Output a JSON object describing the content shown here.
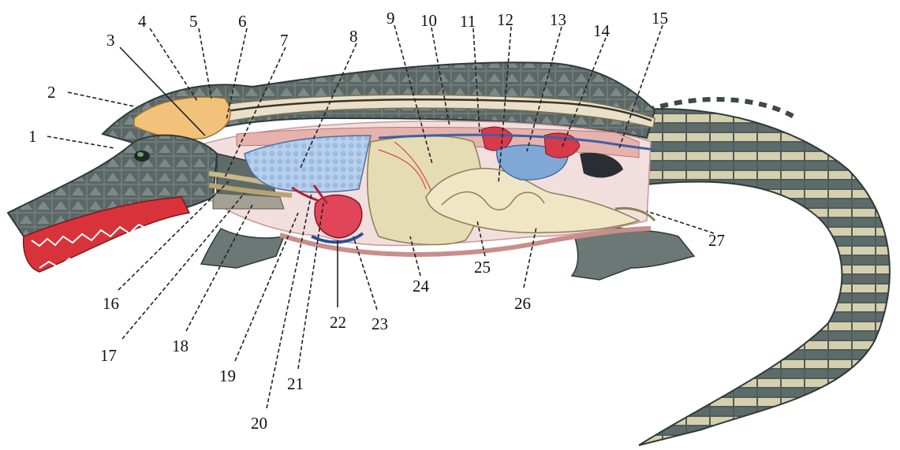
{
  "diagram": {
    "labels": [
      "1",
      "2",
      "3",
      "4",
      "5",
      "6",
      "7",
      "8",
      "9",
      "10",
      "11",
      "12",
      "13",
      "14",
      "15",
      "16",
      "17",
      "18",
      "19",
      "20",
      "21",
      "22",
      "23",
      "24",
      "25",
      "26",
      "27"
    ]
  },
  "colors": {
    "scale_dark": "#5f6e6c",
    "scale_light": "#d9d3b0",
    "mouth": "#d8333a",
    "brain": "#f2c27a",
    "lung": "#a9c6e8",
    "heart": "#e0455a",
    "stomach": "#e8dfb8",
    "muscle": "#e9a7a2"
  }
}
